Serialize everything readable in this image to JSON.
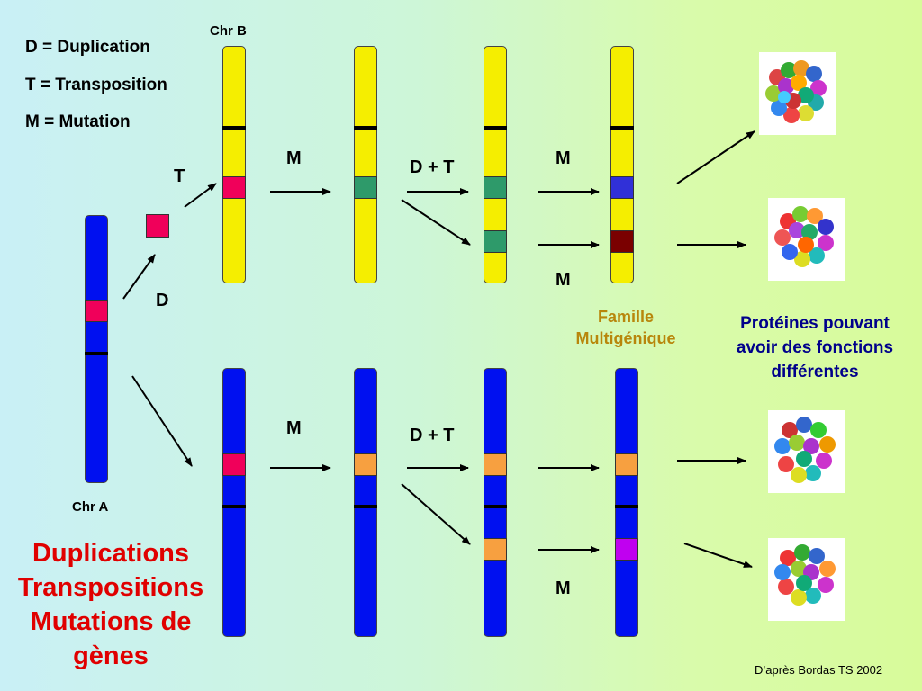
{
  "legend": {
    "duplication": "D = Duplication",
    "transposition": "T = Transposition",
    "mutation": "M = Mutation"
  },
  "labels": {
    "chr_b": "Chr B",
    "chr_a": "Chr A",
    "op_T": "T",
    "op_D": "D",
    "op_M_top1": "M",
    "op_DT_top": "D + T",
    "op_M_top2": "M",
    "op_M_top3": "M",
    "op_M_bot1": "M",
    "op_DT_bot": "D + T",
    "op_M_bot3": "M"
  },
  "famille": {
    "line1": "Famille",
    "line2": "Multigénique"
  },
  "proteines": {
    "line1": "Protéines pouvant",
    "line2": "avoir des fonctions",
    "line3": "différentes"
  },
  "title": {
    "line1": "Duplications",
    "line2": "Transpositions",
    "line3": "Mutations de",
    "line4": "gènes"
  },
  "credit": "D’après Bordas TS 2002",
  "colors": {
    "chr_b": "#f5ee00",
    "chr_a": "#0010f0",
    "gene_original": "#f0005a",
    "gene_green": "#2e9a6a",
    "gene_blue_mut": "#3030d8",
    "gene_dark_red": "#7a0000",
    "gene_orange": "#f7a040",
    "gene_violet": "#c000f0",
    "famille_text": "#b8860b",
    "proteines_text": "#00008b",
    "title_text": "#e00000"
  }
}
